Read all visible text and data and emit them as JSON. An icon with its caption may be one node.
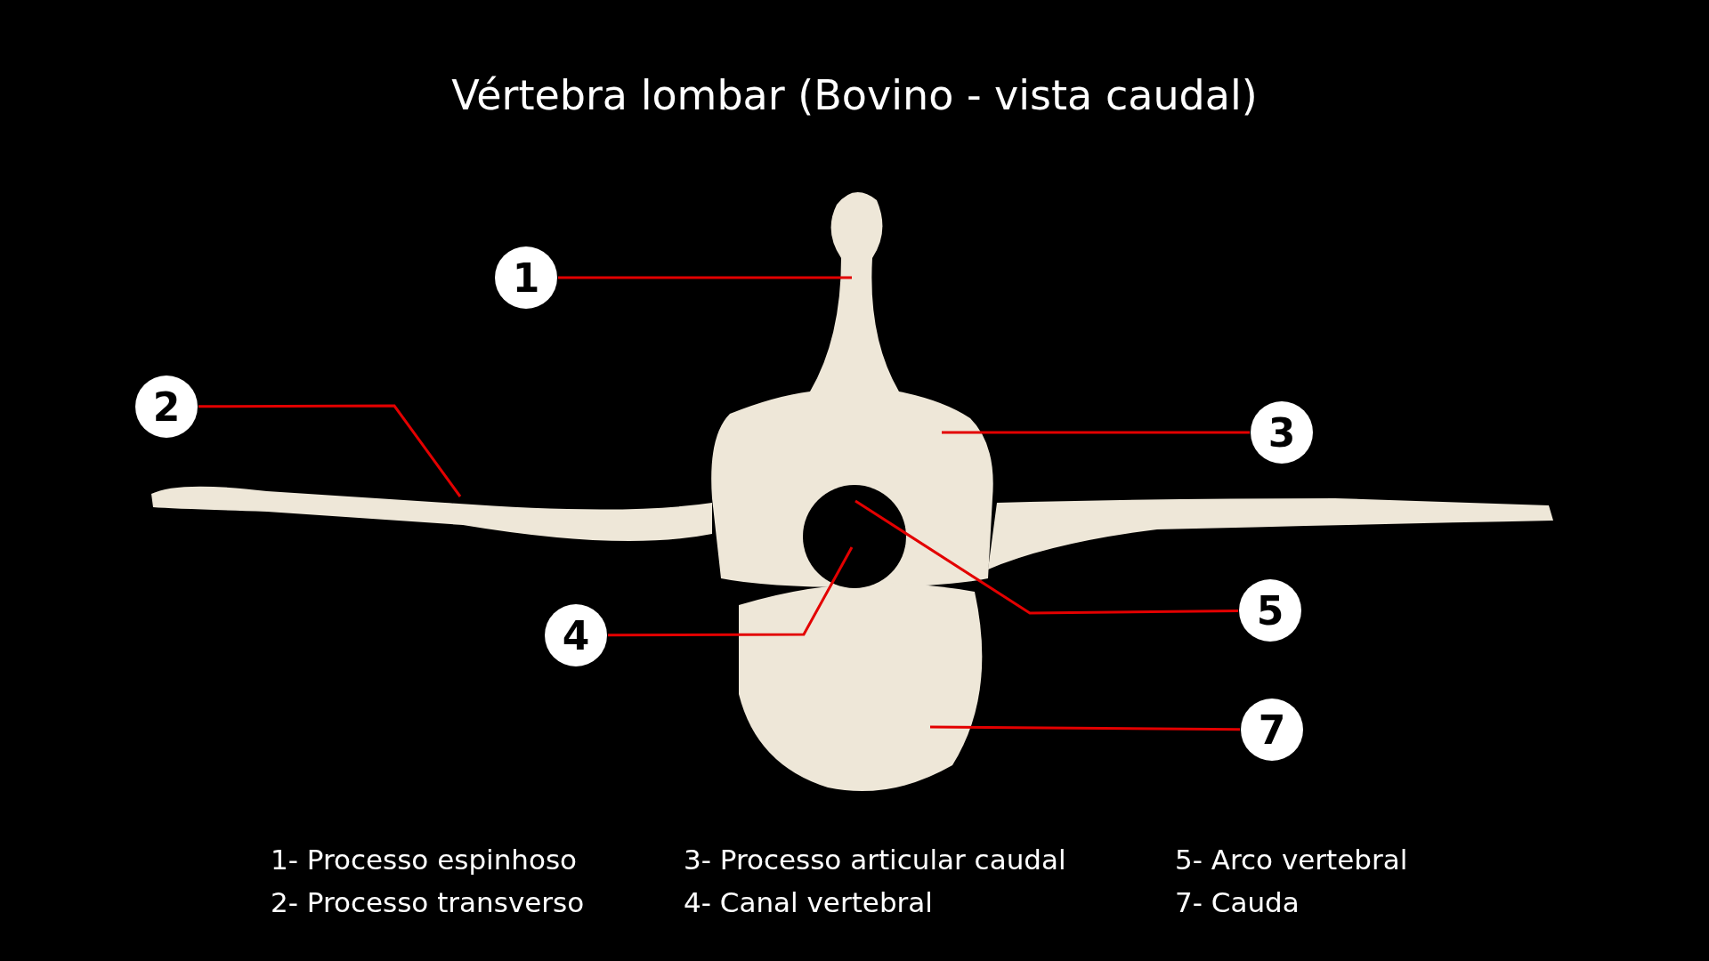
{
  "diagram": {
    "title": "Vértebra lombar (Bovino - vista caudal)",
    "nodes": [
      {
        "text": [
          "1"
        ]
      },
      {
        "text": [
          "2"
        ]
      },
      {
        "text": [
          "3"
        ]
      },
      {
        "text": [
          "4"
        ]
      },
      {
        "text": [
          "5"
        ]
      },
      {
        "text": [
          "7"
        ]
      }
    ],
    "edges": [
      {
        "from": 0,
        "to": null,
        "arrow": "none"
      },
      {
        "from": 1,
        "to": null,
        "arrow": "none"
      },
      {
        "from": 2,
        "to": null,
        "arrow": "none"
      },
      {
        "from": 3,
        "to": null,
        "arrow": "none"
      },
      {
        "from": 4,
        "to": null,
        "arrow": "none"
      },
      {
        "from": 5,
        "to": null,
        "arrow": "none"
      }
    ],
    "labels": [
      "1- Processo espinhoso",
      "3- Processo articular caudal",
      "5- Arco vertebral",
      "2- Processo transverso",
      "4- Canal vertebral",
      "7- Cauda"
    ]
  }
}
